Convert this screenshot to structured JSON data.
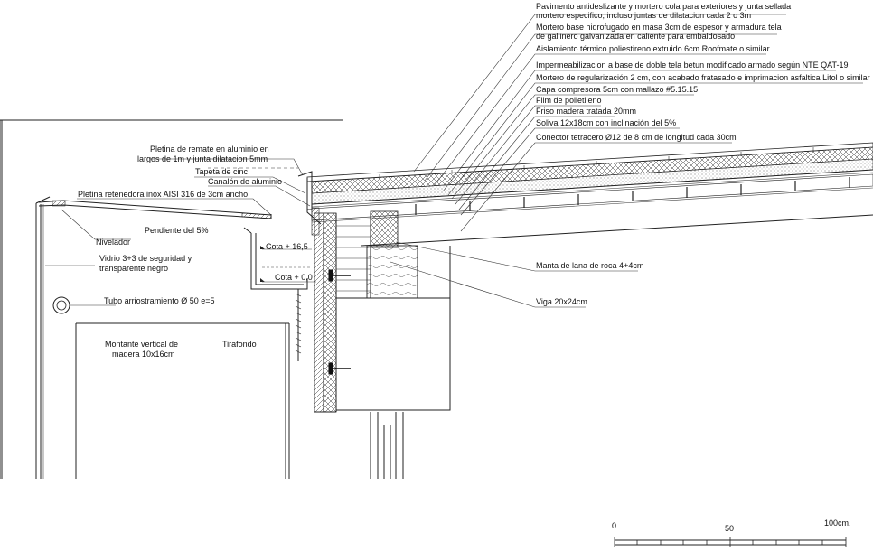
{
  "layers": [
    "Pavimento antideslizante y mortero cola para exteriores y junta sellada",
    "mortero especifico, incluso juntas de dilatacion cada 2 o 3m",
    "Mortero base hidrofugado en masa 3cm de espesor y armadura tela",
    "de gallinero galvanizada en caliente para embaldosado",
    "Aislamiento térmico poliestireno extruido 6cm Roofmate o similar",
    "Impermeabilizacion a base de doble tela betun modificado armado según NTE QAT-19",
    "Mortero de regularización 2 cm, con acabado fratasado e imprimacion asfaltica Litol o similar",
    "Capa compresora 5cm con mallazo #5.15.15",
    "Film de polietileno",
    "Friso madera tratada 20mm",
    "Soliva 12x18cm con inclinación del 5%",
    "Conector tetracero Ø12 de 8 cm de longitud cada 30cm"
  ],
  "left_labels": {
    "pletina_1": "Pletina de remate en aluminio en",
    "pletina_2": "largos de 1m y junta dilatacion 5mm",
    "tapeta": "Tapeta de cinc",
    "canalon": "Canalón de aluminio",
    "pletina_inox": "Pletina retenedora inox AISI 316 de 3cm ancho",
    "pendiente": "Pendiente del 5%",
    "nivelador": "Nivelador",
    "vidrio_1": "Vidrio 3+3 de seguridad y",
    "vidrio_2": "transparente negro",
    "cota_165": "Cota + 16,5",
    "cota_00": "Cota + 0,0",
    "tubo": "Tubo arriostramiento Ø 50 e=5",
    "montante_1": "Montante vertical de",
    "montante_2": "madera 10x16cm",
    "tirafondo": "Tirafondo"
  },
  "right_labels": {
    "manta": "Manta de lana de roca 4+4cm",
    "viga": "Viga 20x24cm"
  },
  "scale": {
    "t0": "0",
    "t50": "50",
    "t100": "100cm."
  }
}
